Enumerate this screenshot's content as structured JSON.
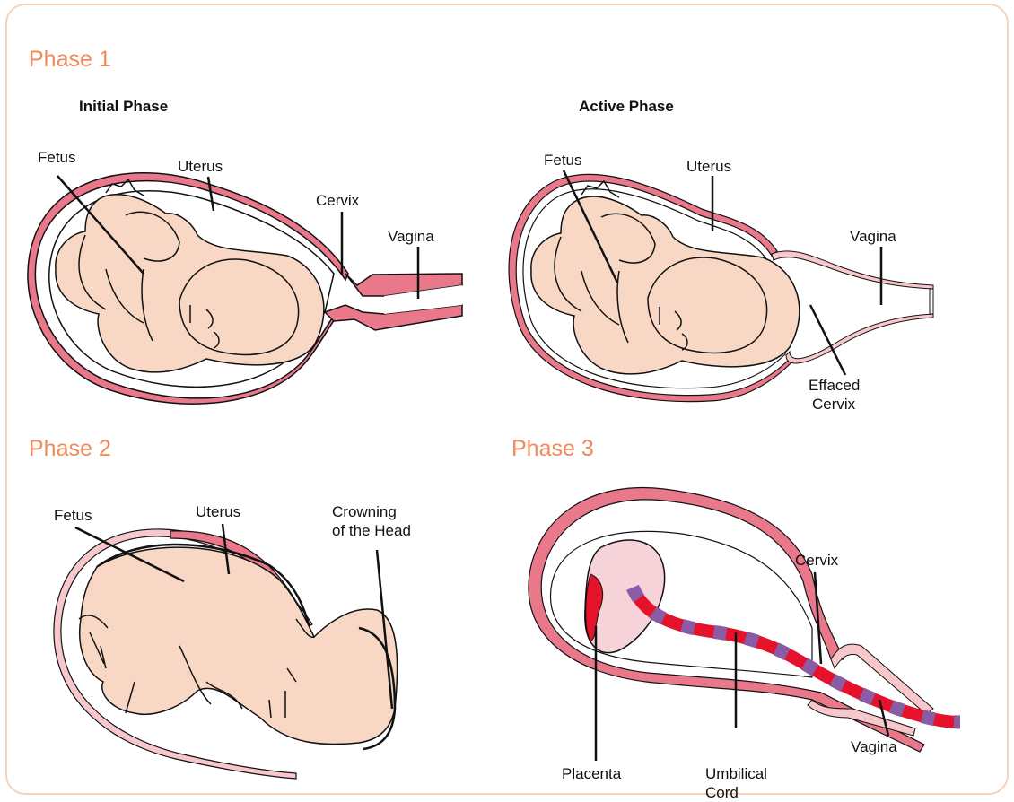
{
  "phase1": {
    "title": "Phase 1",
    "initial": {
      "subtitle": "Initial Phase",
      "labels": {
        "fetus": "Fetus",
        "uterus": "Uterus",
        "cervix": "Cervix",
        "vagina": "Vagina"
      }
    },
    "active": {
      "subtitle": "Active Phase",
      "labels": {
        "fetus": "Fetus",
        "uterus": "Uterus",
        "vagina": "Vagina",
        "effaced_line1": "Effaced",
        "effaced_line2": "Cervix"
      }
    }
  },
  "phase2": {
    "title": "Phase 2",
    "labels": {
      "fetus": "Fetus",
      "uterus": "Uterus",
      "crowning_line1": "Crowning",
      "crowning_line2": "of the Head"
    }
  },
  "phase3": {
    "title": "Phase 3",
    "labels": {
      "cervix": "Cervix",
      "placenta": "Placenta",
      "umbilical_line1": "Umbilical",
      "umbilical_line2": "Cord",
      "vagina": "Vagina"
    }
  },
  "colors": {
    "uterus_wall": "#e8788a",
    "uterus_light": "#f7c7cc",
    "skin": "#f8d7c5",
    "placenta": "#f6d3d8",
    "cord_red": "#e4122a",
    "cord_purple": "#8a5ca6",
    "phase_title": "#f08a5c",
    "frame": "#f5d2bb"
  }
}
